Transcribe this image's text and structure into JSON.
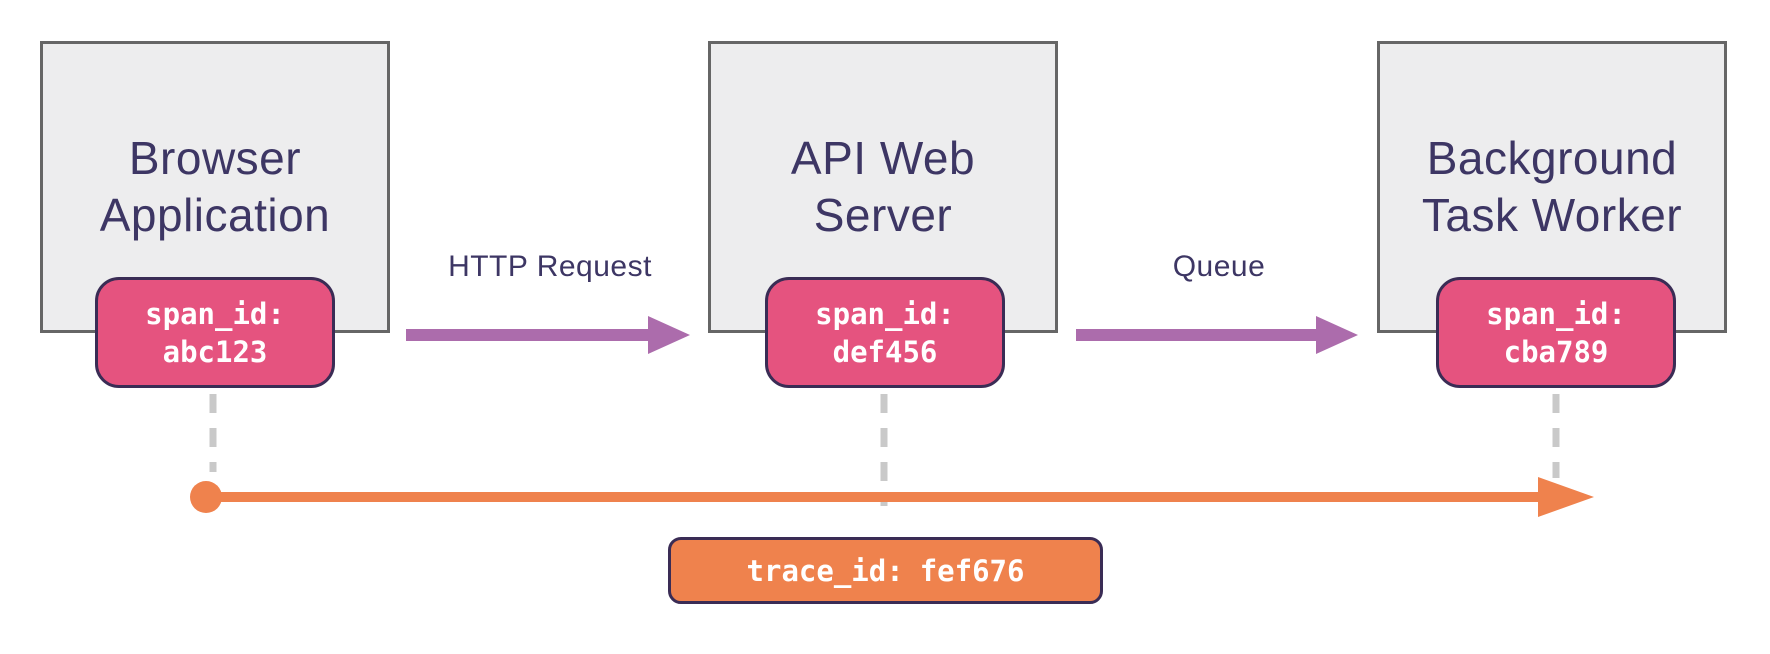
{
  "diagram": {
    "nodes": [
      {
        "title_line1": "Browser",
        "title_line2": "Application",
        "span": {
          "label": "span_id:",
          "value": "abc123"
        }
      },
      {
        "title_line1": "API Web",
        "title_line2": "Server",
        "span": {
          "label": "span_id:",
          "value": "def456"
        }
      },
      {
        "title_line1": "Background",
        "title_line2": "Task Worker",
        "span": {
          "label": "span_id:",
          "value": "cba789"
        }
      }
    ],
    "arrows": [
      {
        "label": "HTTP Request"
      },
      {
        "label": "Queue"
      }
    ],
    "trace": {
      "label": "trace_id:",
      "value": "fef676"
    },
    "colors": {
      "node_fill": "#ededee",
      "node_border": "#666666",
      "title_text": "#3d3664",
      "span_badge_fill": "#e5537f",
      "badge_border": "#3a2c55",
      "edge_arrow_purple": "#ac6cac",
      "timeline_orange": "#ef824d",
      "dashed_connector_gray": "#c9c9c9",
      "badge_text": "#ffffff"
    }
  }
}
